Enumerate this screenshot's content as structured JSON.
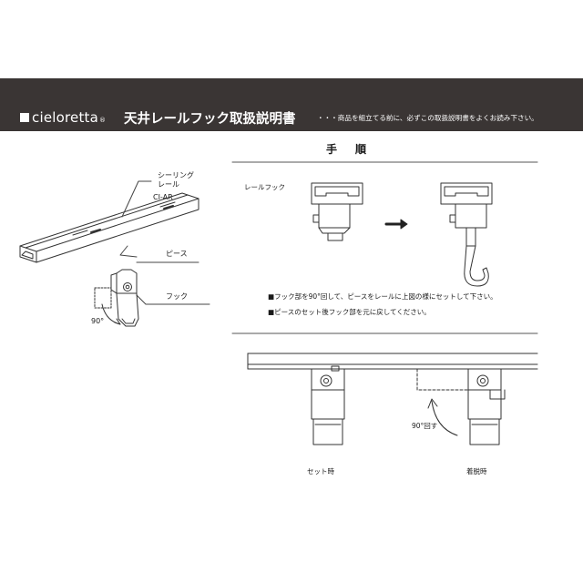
{
  "header": {
    "brand": "cieloretta",
    "brand_mark": "®",
    "title": "天井レールフック取扱説明書",
    "note": "・・・商品を組立てる前に、必ずこの取扱説明書をよくお読み下さい。"
  },
  "procedure": {
    "heading": "手順",
    "rail_hook_label": "レールフック",
    "instructions": [
      "フック部を90°回して、ピースをレールに上図の様にセットして下さい。",
      "ピースのセット後フック部を元に戻してください。"
    ]
  },
  "left_diagram": {
    "ceiling_rail_label": "シーリングレール",
    "model": "CI-AR",
    "piece_label": "ピース",
    "hook_label": "フック",
    "angle_label": "90°"
  },
  "bottom_diagram": {
    "set_label": "セット時",
    "detach_label": "着脱時",
    "rotate_label": "90°回す"
  }
}
